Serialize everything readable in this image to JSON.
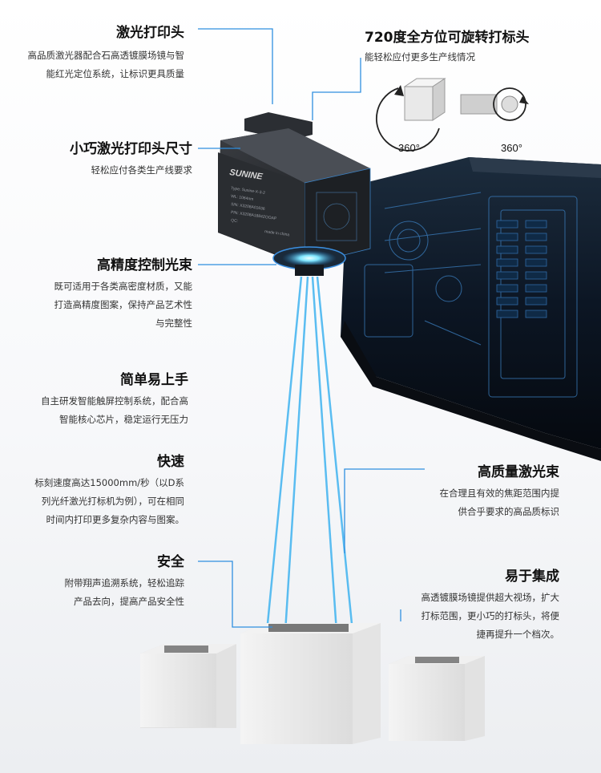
{
  "features": {
    "laser_head": {
      "title": "激光打印头",
      "desc": "高品质激光器配合石高透镀膜场镜与智\n能红光定位系统，让标识更具质量"
    },
    "rotation": {
      "title": "720度全方位可旋转打标头",
      "desc": "能轻松应付更多生产线情况",
      "angle_left": "360°",
      "angle_right": "360°"
    },
    "compact": {
      "title": "小巧激光打印头尺寸",
      "desc": "轻松应付各类生产线要求"
    },
    "precision": {
      "title": "高精度控制光束",
      "desc": "既可适用于各类高密度材质，又能\n打造高精度图案，保持产品艺术性\n与完整性"
    },
    "easy": {
      "title": "简单易上手",
      "desc": "自主研发智能触屏控制系统，配合高\n智能核心芯片，稳定运行无压力"
    },
    "fast": {
      "title": "快速",
      "desc": "标刻速度高达15000mm/秒（以D系\n列光纤激光打标机为例），可在相同\n时间内打印更多复杂内容与图案。"
    },
    "beam": {
      "title": "高质量激光束",
      "desc": "在合理且有效的焦距范围内提\n供合乎要求的高品质标识"
    },
    "safety": {
      "title": "安全",
      "desc": "附带翔声追溯系统，轻松追踪\n产品去向，提高产品安全性"
    },
    "integration": {
      "title": "易于集成",
      "desc": "高透镀膜场镜提供超大视场，扩大\n打标范围，更小巧的打标头，将便\n捷再提升一个档次。"
    }
  },
  "device": {
    "brand": "SUNINE",
    "label_lines": [
      "Type:   Sunine-X-3-2",
      "WL:     1064nm",
      "S/N:    X3208A01636",
      "P/N:    X3208A1884ZOOAP",
      "QC:",
      "made in china"
    ]
  },
  "colors": {
    "accent": "#2f8fe0",
    "beam": "#3fb3f0",
    "lens_glow": "#7fe6ff"
  }
}
